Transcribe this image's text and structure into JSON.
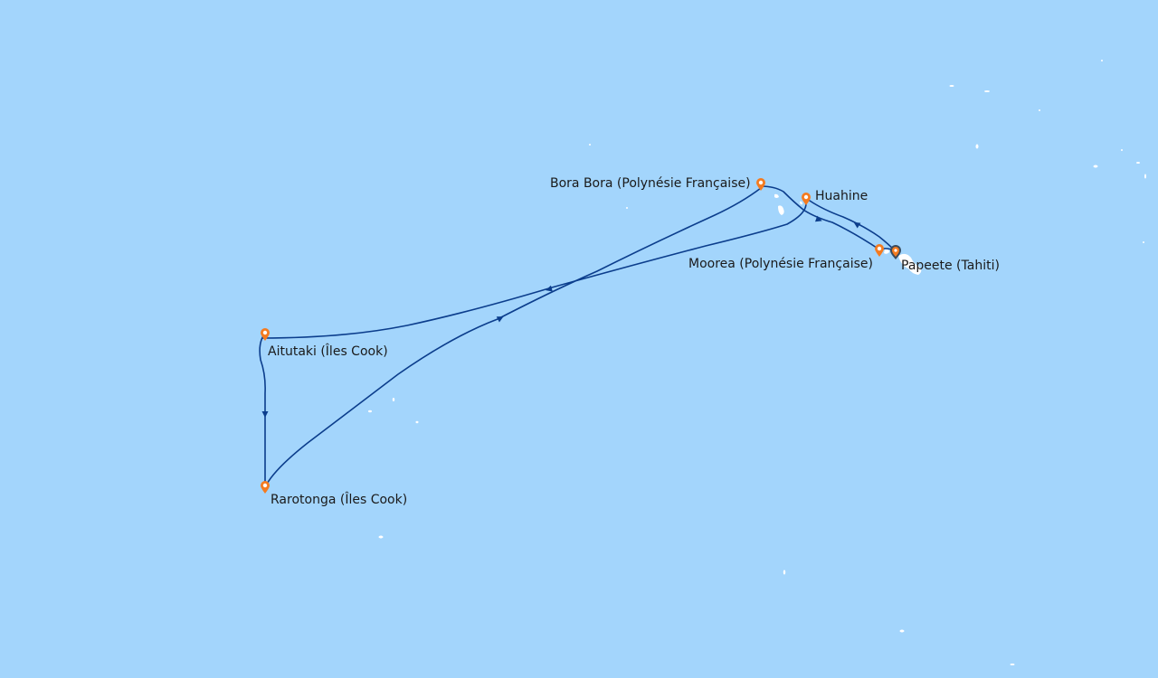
{
  "map": {
    "ocean_color": "#a3d5fc",
    "land_color": "#ffffff",
    "route_color": "#0b3d8c",
    "port_marker_color": "#f47b20",
    "home_marker_color": "#3a4a5c"
  },
  "ports": {
    "papeete": {
      "label": "Papeete (Tahiti)",
      "icon": "home-port-marker-icon"
    },
    "moorea": {
      "label": "Moorea (Polynésie Française)",
      "icon": "port-marker-icon"
    },
    "huahine": {
      "label": "Huahine",
      "icon": "port-marker-icon"
    },
    "bora_bora": {
      "label": "Bora Bora (Polynésie Française)",
      "icon": "port-marker-icon"
    },
    "aitutaki": {
      "label": "Aitutaki (Îles Cook)",
      "icon": "port-marker-icon"
    },
    "rarotonga": {
      "label": "Rarotonga (Îles Cook)",
      "icon": "port-marker-icon"
    }
  }
}
